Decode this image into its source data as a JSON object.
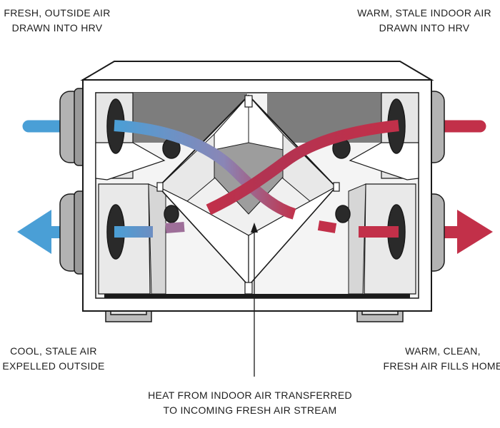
{
  "labels": {
    "top_left": [
      "FRESH, OUTSIDE AIR",
      "DRAWN INTO HRV"
    ],
    "top_right": [
      "WARM, STALE INDOOR AIR",
      "DRAWN INTO HRV"
    ],
    "bottom_left": [
      "COOL, STALE AIR",
      "EXPELLED OUTSIDE"
    ],
    "bottom_right": [
      "WARM, CLEAN,",
      "FRESH AIR FILLS HOME"
    ],
    "bottom_center": [
      "HEAT FROM INDOOR AIR TRANSFERRED",
      "TO INCOMING FRESH AIR STREAM"
    ]
  },
  "colors": {
    "cool_air": "#4a9fd6",
    "warm_air": "#c23049",
    "housing_outline": "#1a1a1a",
    "duct_gray": "#9a9a9a",
    "cavity_gray": "#7d7d7d"
  }
}
